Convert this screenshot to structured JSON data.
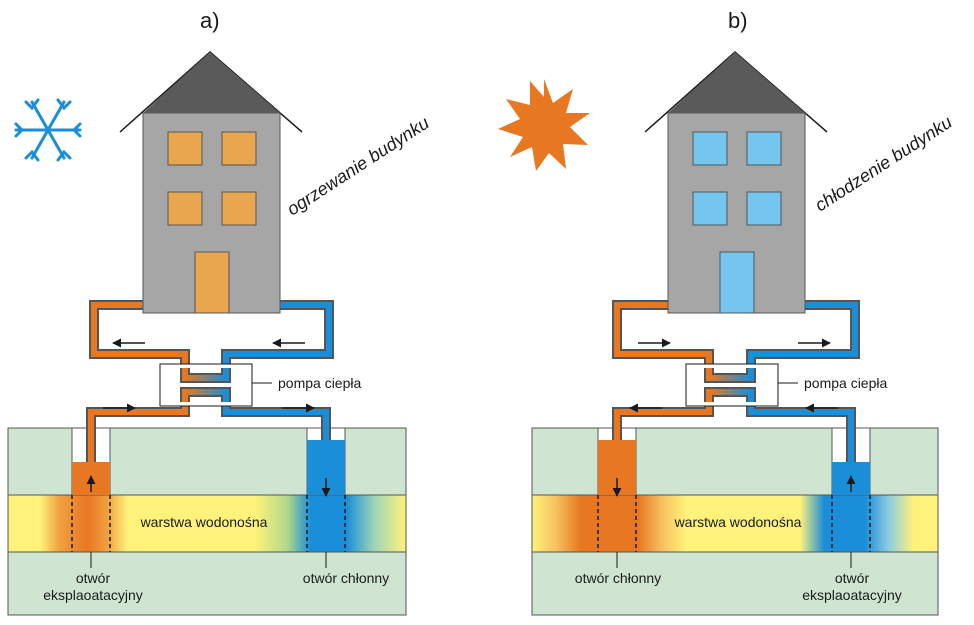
{
  "panels": {
    "a": {
      "letter": "a)",
      "mode_label": "ogrzewanie budynku",
      "aquifer_label": "warstwa wodonośna",
      "pump_label": "pompa ciepła",
      "left_well_label_1": "otwór",
      "left_well_label_2": "eksplaoatacyjny",
      "right_well_label": "otwór chłonny",
      "symbol": "snowflake-icon"
    },
    "b": {
      "letter": "b)",
      "mode_label": "chłodzenie budynku",
      "aquifer_label": "warstwa wodonośna",
      "pump_label": "pompa ciepła",
      "left_well_label": "otwór chłonny",
      "right_well_label_1": "otwór",
      "right_well_label_2": "eksplaoatacyjny",
      "symbol": "sun-icon"
    }
  },
  "colors": {
    "warm": "#e87722",
    "cold": "#1a8ed8",
    "ground": "#cfe5d2",
    "aquifer": "#fff27a",
    "building": "#a6a6a6",
    "roof": "#5a5a5a",
    "window_warm": "#e8a64e",
    "window_cold": "#74c6ee"
  }
}
